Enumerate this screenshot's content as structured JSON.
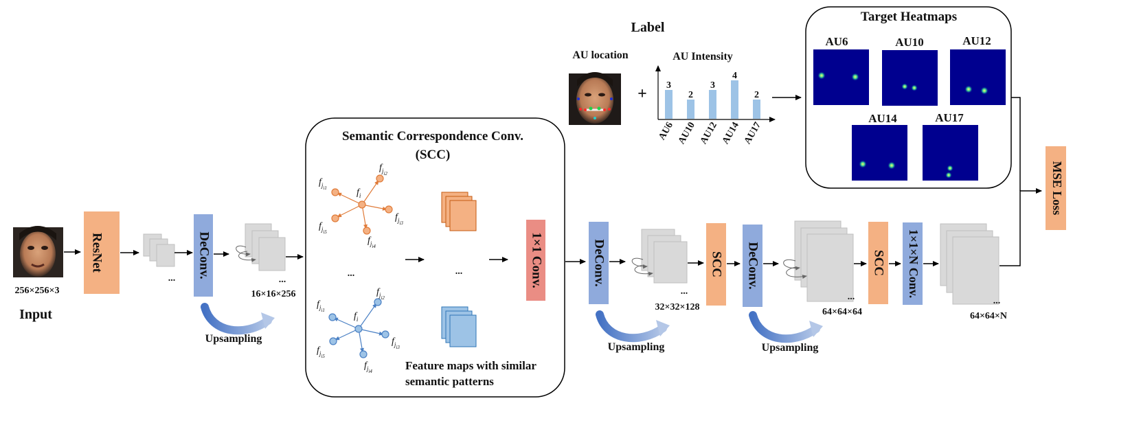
{
  "input": {
    "size": "256×256×3",
    "label": "Input"
  },
  "blocks": {
    "resnet": "ResNet",
    "deconv": "DeConv.",
    "scc": "SCC",
    "conv1x1": "1×1 Conv.",
    "conv1x1n": "1×1×N Conv.",
    "mse": "MSE Loss"
  },
  "sizes": {
    "s16": "16×16×256",
    "s32": "32×32×128",
    "s64": "64×64×64",
    "s64n": "64×64×N"
  },
  "upsampling": "Upsampling",
  "ellipsis": "...",
  "scc_panel": {
    "title_line1": "Semantic Correspondence Conv.",
    "title_line2": "(SCC)",
    "caption_line1": "Feature maps with  similar",
    "caption_line2": "semantic patterns",
    "node_center": "f",
    "node_center_sub": "i",
    "node_prefix": "f",
    "node_sub_j": "j",
    "node_subs": [
      "i1",
      "i2",
      "i3",
      "i4",
      "i5"
    ]
  },
  "label_panel": {
    "title": "Label",
    "au_location": "AU location",
    "plus": "+",
    "au_intensity": "AU Intensity"
  },
  "chart_data": {
    "type": "bar",
    "title": "AU Intensity",
    "categories": [
      "AU6",
      "AU10",
      "AU12",
      "AU14",
      "AU17"
    ],
    "values": [
      3,
      2,
      3,
      4,
      2
    ],
    "ylim": [
      0,
      5
    ]
  },
  "heatmaps": {
    "title": "Target Heatmaps",
    "items": [
      {
        "label": "AU6"
      },
      {
        "label": "AU10"
      },
      {
        "label": "AU12"
      },
      {
        "label": "AU14"
      },
      {
        "label": "AU17"
      }
    ]
  },
  "colors": {
    "orange": "#f4b183",
    "blue": "#8faadc",
    "red": "#ea8d84",
    "gray": "#d9d9d9",
    "heat": "#00008f"
  }
}
